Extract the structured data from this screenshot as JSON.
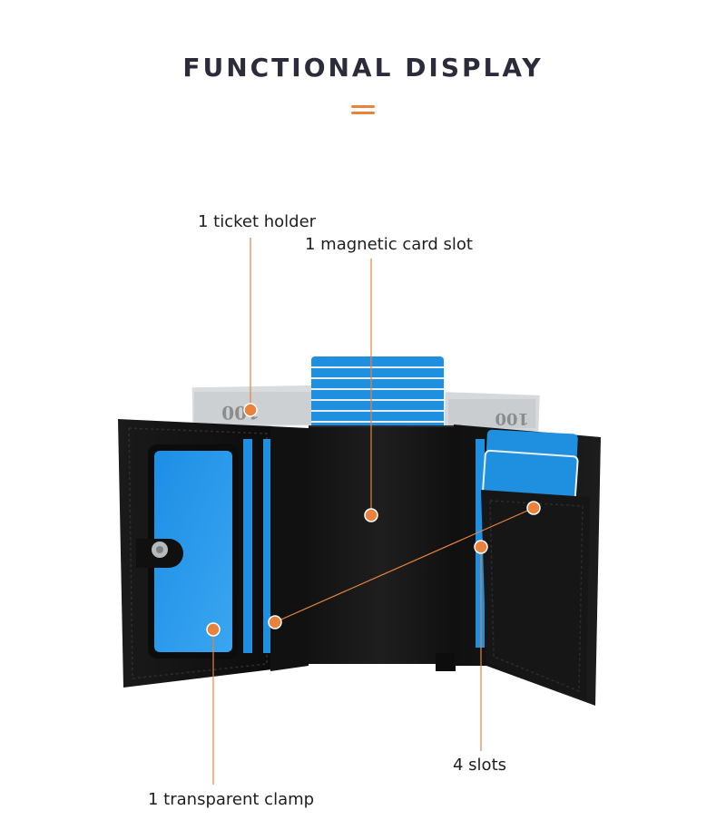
{
  "header": {
    "title": "FUNCTIONAL DISPLAY"
  },
  "colors": {
    "accent": "#e8823c",
    "title": "#2b2b3a",
    "card_blue": "#1f8fe0",
    "leather": "#141414"
  },
  "callouts": {
    "ticket_holder": "1 ticket holder",
    "magnetic_slot": "1 magnetic card slot",
    "slots": "4 slots",
    "transparent_clamp": "1 transparent clamp"
  },
  "bill_marks": {
    "left": "100",
    "right": "100"
  }
}
